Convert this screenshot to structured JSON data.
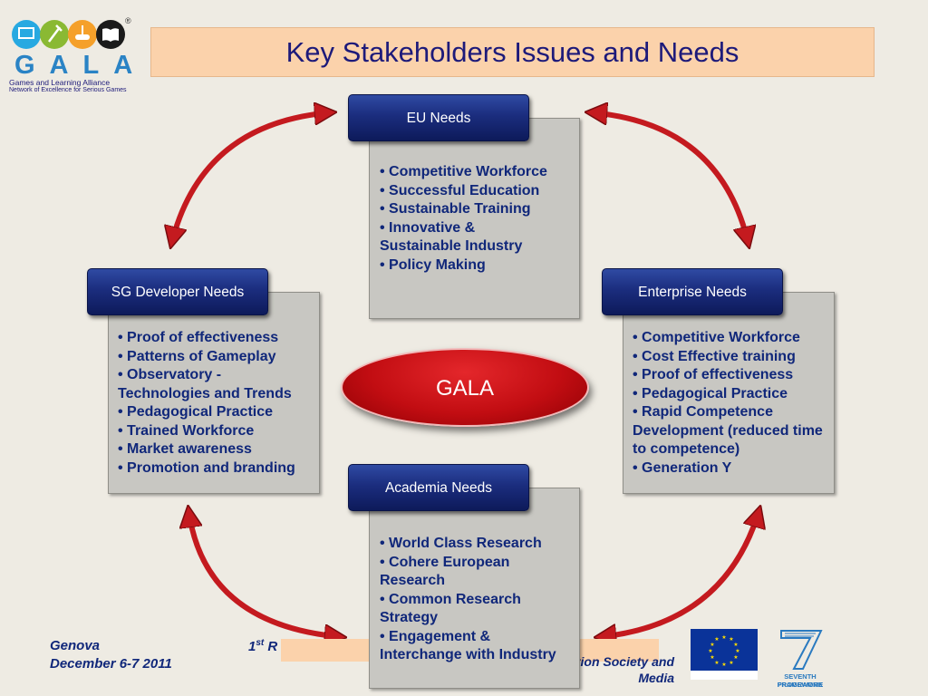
{
  "header": {
    "title": "Key Stakeholders Issues and Needs",
    "logo": {
      "text": "GALA",
      "tagline": "Games and Learning Alliance",
      "subtagline": "Network of Excellence for Serious Games",
      "registered": "®"
    }
  },
  "center": {
    "label": "GALA"
  },
  "stakeholders": {
    "eu": {
      "title": "EU Needs",
      "items": [
        "•  Competitive Workforce",
        "•  Successful Education",
        "•  Sustainable Training",
        "•  Innovative & Sustainable Industry",
        "•  Policy Making"
      ]
    },
    "developer": {
      "title": "SG Developer Needs",
      "items": [
        "• Proof of effectiveness",
        "• Patterns of Gameplay",
        "• Observatory - Technologies and Trends",
        "• Pedagogical Practice",
        "• Trained Workforce",
        "• Market awareness",
        "• Promotion and branding"
      ]
    },
    "enterprise": {
      "title": "Enterprise Needs",
      "items": [
        "• Competitive Workforce",
        "• Cost Effective training",
        "• Proof of effectiveness",
        "• Pedagogical Practice",
        "• Rapid Competence Development (reduced time to competence)",
        "• Generation Y"
      ]
    },
    "academia": {
      "title": "Academia Needs",
      "items": [
        "• World Class Research",
        "• Cohere European Research",
        "• Common Research Strategy",
        "• Engagement & Interchange with Industry"
      ]
    }
  },
  "footer": {
    "place": "Genova",
    "date": "December 6-7 2011",
    "event_num": "1",
    "event_sup": "st",
    "event_rest": " R",
    "org_right": "Information Society and",
    "org_last": "Media",
    "fp7_label": "SEVENTH FRAMEWORK",
    "fp7_label2": "PROGRAMME"
  },
  "colors": {
    "accent": "#10277a",
    "arrow": "#c41a1f",
    "title_bg": "#fbd2ab",
    "tab": "#1b2d7e"
  }
}
